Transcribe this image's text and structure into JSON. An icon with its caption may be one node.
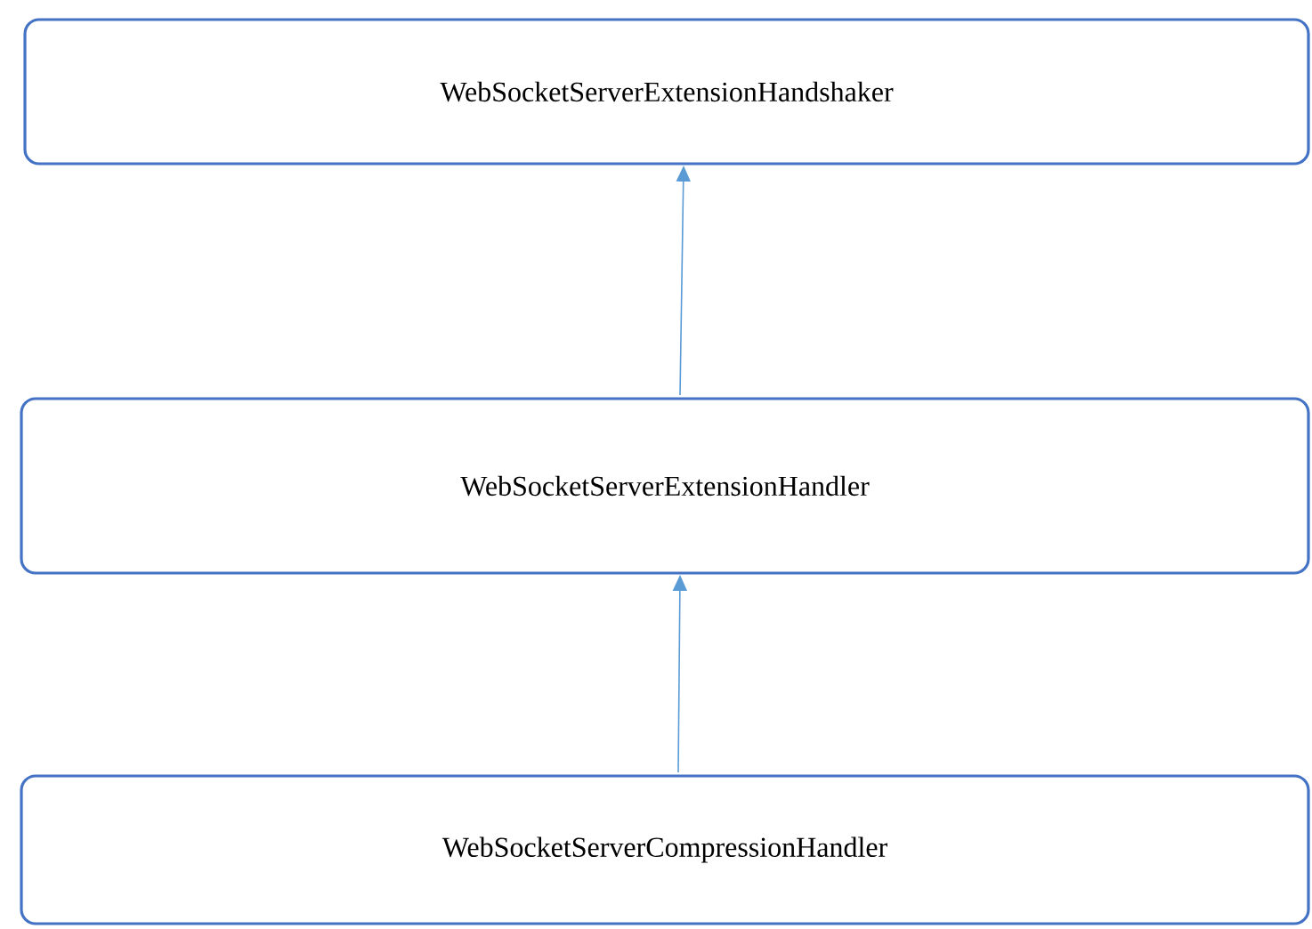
{
  "diagram": {
    "nodes": [
      {
        "text": [
          "WebSocketServerExtensionHandshaker"
        ]
      },
      {
        "text": [
          "WebSocketServerExtensionHandler"
        ]
      },
      {
        "text": [
          "WebSocketServerCompressionHandler"
        ]
      }
    ],
    "edges": [
      {
        "from": 1,
        "to": 0,
        "arrow": "to"
      },
      {
        "from": 2,
        "to": 1,
        "arrow": "to"
      }
    ]
  }
}
